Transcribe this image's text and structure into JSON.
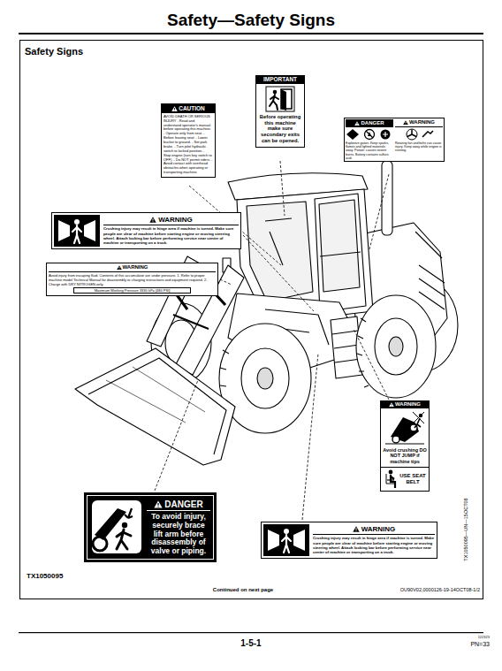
{
  "diagram": {
    "title": "Safety—Safety Signs",
    "nodes": [
      {
        "text": [
          "IMPORTANT",
          "Before operating this machine make sure secondary exits can be opened."
        ]
      },
      {
        "text": [
          "CAUTION",
          "AVOID DEATH OR SERIOUS INJURY - Read and understand operator's manual before operating this machine. - Operate only from seat. - Before leaving seat: - Lower bucket to ground. - Set park brake. - Turn pilot hydraulic switch to locked position. - Stop engine (turn key switch to OFF). - Do NOT permit riders. - Avoid contact with overhead obstacles when operating or transporting machine."
        ]
      },
      {
        "text": [
          "DANGER",
          "WARNING",
          "Explosive gases. Keep sparks, flames and lighted materials away. Poison: causes severe burns. Battery contains sulfuric acid.",
          "Rotating fan and belts can cause injury. Keep away while engine is running."
        ]
      },
      {
        "text": [
          "WARNING",
          "Crushing injury may result in hinge area if machine is turned. Make sure people are clear of machine before starting engine or moving steering wheel. Attach locking bar before performing service near center of machine or transporting on a truck."
        ]
      },
      {
        "text": [
          "WARNING",
          "Avoid injury from escaping fluid. Contents of this accumulator are under pressure. 1. Refer to proper machine model Technical Manual for disassembly or charging instructions and equipment required. 2. Charge with DRY NITROGEN only.",
          "Maximum Working Pressure 3330 kPa [480 PSI]"
        ]
      },
      {
        "text": [
          "WARNING",
          "Avoid crushing DO NOT JUMP if machine tips",
          "USE SEAT BELT"
        ]
      },
      {
        "text": [
          "DANGER",
          "To avoid injury, securely brace lift arm before disassembly of valve or piping."
        ]
      },
      {
        "text": [
          "WARNING",
          "Crushing injury may result in hinge area if machine is turned. Make sure people are clear of machine before starting engine or moving steering wheel. Attach locking bar before performing service near center of machine or transporting on a truck."
        ]
      }
    ],
    "labels": [
      "Safety Signs",
      "TX1050095",
      "TX1050095—UN—15OCT08",
      "Continued on next page",
      "OU90V02,0000126-19-14OCT08-1/2",
      "1-5-1",
      "122323",
      "PN=33"
    ]
  }
}
